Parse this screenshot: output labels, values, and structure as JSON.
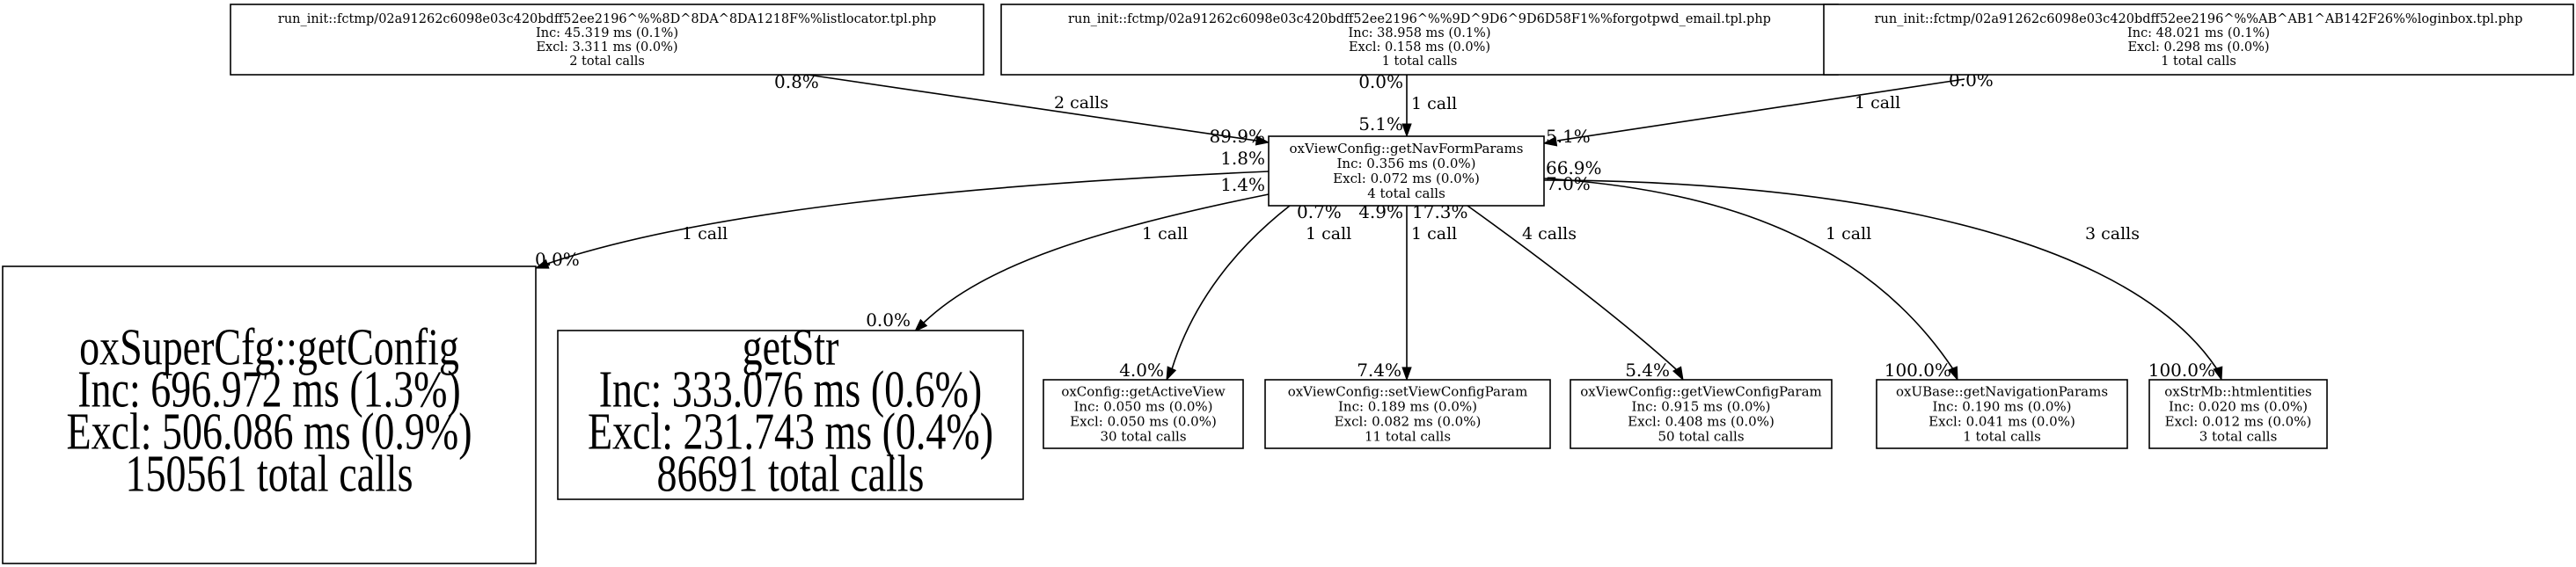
{
  "graph": {
    "nodes": [
      {
        "id": "listlocator",
        "lines": [
          "run_init::fctmp/02a91262c6098e03c420bdff52ee2196^%%8D^8DA^8DA1218F%%listlocator.tpl.php",
          "Inc: 45.319 ms (0.1%)",
          "Excl: 3.311 ms (0.0%)",
          "2 total calls"
        ],
        "fill": "#ffffff",
        "size": "small"
      },
      {
        "id": "forgotpwd",
        "lines": [
          "run_init::fctmp/02a91262c6098e03c420bdff52ee2196^%%9D^9D6^9D6D58F1%%forgotpwd_email.tpl.php",
          "Inc: 38.958 ms (0.1%)",
          "Excl: 0.158 ms (0.0%)",
          "1 total calls"
        ],
        "fill": "#ffffff",
        "size": "small"
      },
      {
        "id": "loginbox",
        "lines": [
          "run_init::fctmp/02a91262c6098e03c420bdff52ee2196^%%AB^AB1^AB142F26%%loginbox.tpl.php",
          "Inc: 48.021 ms (0.1%)",
          "Excl: 0.298 ms (0.0%)",
          "1 total calls"
        ],
        "fill": "#ffffff",
        "size": "small"
      },
      {
        "id": "getNavFormParams",
        "lines": [
          "oxViewConfig::getNavFormParams",
          "Inc: 0.356 ms (0.0%)",
          "Excl: 0.072 ms (0.0%)",
          "4 total calls"
        ],
        "fill": "#ffffff",
        "size": "medium"
      },
      {
        "id": "getConfig",
        "lines": [
          "oxSuperCfg::getConfig",
          "Inc: 696.972 ms (1.3%)",
          "Excl: 506.086 ms (0.9%)",
          "150561 total calls"
        ],
        "fill": "#ff0000",
        "size": "big"
      },
      {
        "id": "getStr",
        "lines": [
          "getStr",
          "Inc: 333.076 ms (0.6%)",
          "Excl: 231.743 ms (0.4%)",
          "86691 total calls"
        ],
        "fill": "#ffffff",
        "size": "big"
      },
      {
        "id": "getActiveView",
        "lines": [
          "oxConfig::getActiveView",
          "Inc: 0.050 ms (0.0%)",
          "Excl: 0.050 ms (0.0%)",
          "30 total calls"
        ],
        "fill": "#ffffff",
        "size": "medium"
      },
      {
        "id": "setViewConfigParam",
        "lines": [
          "oxViewConfig::setViewConfigParam",
          "Inc: 0.189 ms (0.0%)",
          "Excl: 0.082 ms (0.0%)",
          "11 total calls"
        ],
        "fill": "#ffffff",
        "size": "medium"
      },
      {
        "id": "getViewConfigParam",
        "lines": [
          "oxViewConfig::getViewConfigParam",
          "Inc: 0.915 ms (0.0%)",
          "Excl: 0.408 ms (0.0%)",
          "50 total calls"
        ],
        "fill": "#ffffff",
        "size": "medium"
      },
      {
        "id": "getNavigationParams",
        "lines": [
          "oxUBase::getNavigationParams",
          "Inc: 0.190 ms (0.0%)",
          "Excl: 0.041 ms (0.0%)",
          "1 total calls"
        ],
        "fill": "#ffffff",
        "size": "medium"
      },
      {
        "id": "htmlentities",
        "lines": [
          "oxStrMb::htmlentities",
          "Inc: 0.020 ms (0.0%)",
          "Excl: 0.012 ms (0.0%)",
          "3 total calls"
        ],
        "fill": "#ffffff",
        "size": "medium"
      }
    ],
    "edges": [
      {
        "from": "listlocator",
        "to": "getNavFormParams",
        "label": "2 calls",
        "tail_pct": "0.8%",
        "head_pct": "89.9%"
      },
      {
        "from": "forgotpwd",
        "to": "getNavFormParams",
        "label": "1 call",
        "tail_pct": "0.0%",
        "head_pct": "5.1%"
      },
      {
        "from": "loginbox",
        "to": "getNavFormParams",
        "label": "1 call",
        "tail_pct": "0.0%",
        "head_pct": "5.1%"
      },
      {
        "from": "getNavFormParams",
        "to": "getConfig",
        "label": "1 call",
        "tail_pct": "1.8%",
        "head_pct": "0.0%"
      },
      {
        "from": "getNavFormParams",
        "to": "getStr",
        "label": "1 call",
        "tail_pct": "1.4%",
        "head_pct": "0.0%"
      },
      {
        "from": "getNavFormParams",
        "to": "getActiveView",
        "label": "1 call",
        "tail_pct": "0.7%",
        "head_pct": "4.0%"
      },
      {
        "from": "getNavFormParams",
        "to": "setViewConfigParam",
        "label": "1 call",
        "tail_pct": "4.9%",
        "head_pct": "7.4%"
      },
      {
        "from": "getNavFormParams",
        "to": "getViewConfigParam",
        "label": "4 calls",
        "tail_pct": "17.3%",
        "head_pct": "5.4%"
      },
      {
        "from": "getNavFormParams",
        "to": "getNavigationParams",
        "label": "1 call",
        "tail_pct": "66.9%",
        "head_pct": "100.0%"
      },
      {
        "from": "getNavFormParams",
        "to": "htmlentities",
        "label": "3 calls",
        "tail_pct": "7.0%",
        "head_pct": "100.0%"
      }
    ]
  }
}
